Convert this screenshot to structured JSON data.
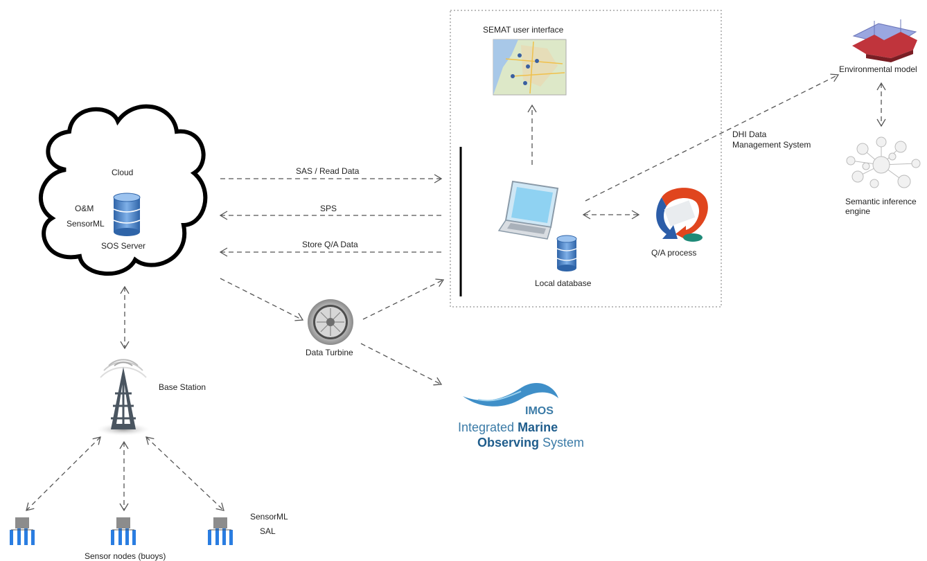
{
  "labels": {
    "semat_ui": "SEMAT user interface",
    "environmental_model": "Environmental model",
    "dhi_line1": "DHI Data",
    "dhi_line2": "Management System",
    "semantic_line1": "Semantic inference",
    "semantic_line2": "engine",
    "cloud": "Cloud",
    "om": "O&M",
    "sensorml_cloud": "SensorML",
    "sos_server": "SOS Server",
    "sas_read": "SAS / Read Data",
    "sps": "SPS",
    "store_qa": "Store Q/A Data",
    "local_db": "Local database",
    "qa_process": "Q/A process",
    "data_turbine": "Data Turbine",
    "base_station": "Base Station",
    "sensorml": "SensorML",
    "sal": "SAL",
    "sensor_nodes": "Sensor nodes (buoys)"
  },
  "imos": {
    "acronym": "IMOS",
    "line1_a": "Integrated ",
    "line1_b": "Marine",
    "line2_a": "Observing",
    "line2_b": " System"
  },
  "colors": {
    "arrow": "#555555",
    "db_blue": "#4a7fc1",
    "imos_blue": "#3b7ba7",
    "buoy_blue": "#2a7de1",
    "node_grey": "#8c8c8c"
  }
}
